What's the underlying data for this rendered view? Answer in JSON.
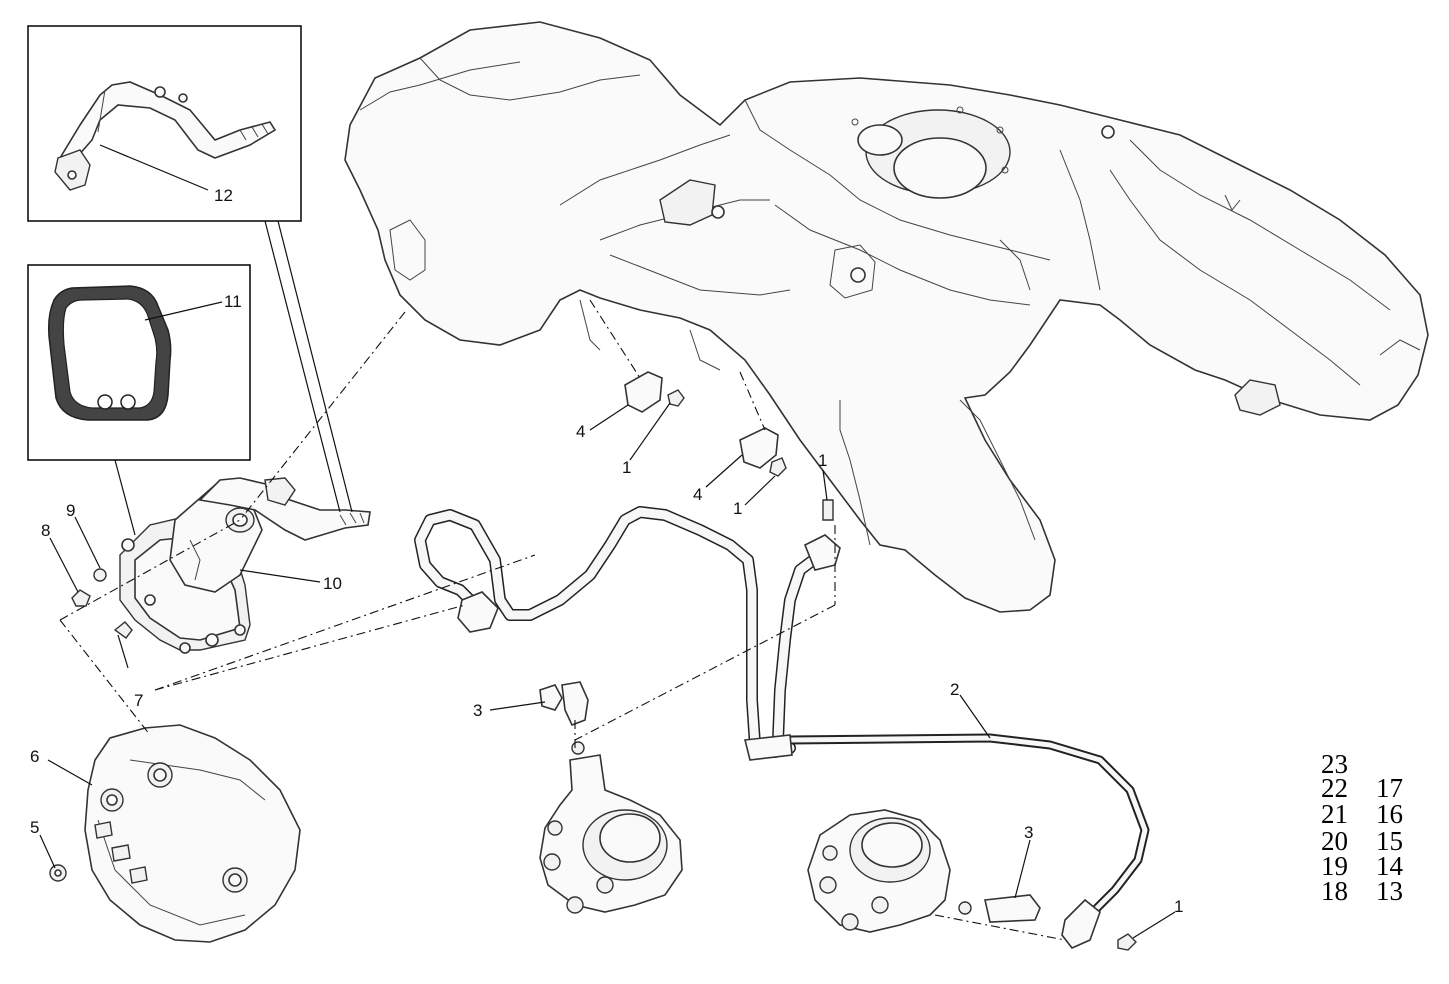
{
  "callouts": {
    "c12": "12",
    "c11": "11",
    "c9": "9",
    "c8": "8",
    "c10": "10",
    "c7": "7",
    "c6": "6",
    "c5": "5",
    "c4a": "4",
    "c1a": "1",
    "c4b": "4",
    "c1b": "1",
    "c1c": "1",
    "c3a": "3",
    "c2": "2",
    "c3b": "3",
    "c1d": "1"
  },
  "extra_numbers": {
    "n23": "23",
    "n22": "22",
    "n17": "17",
    "n21": "21",
    "n16": "16",
    "n20": "20",
    "n15": "15",
    "n19": "19",
    "n14": "14",
    "n18": "18",
    "n13": "13"
  }
}
